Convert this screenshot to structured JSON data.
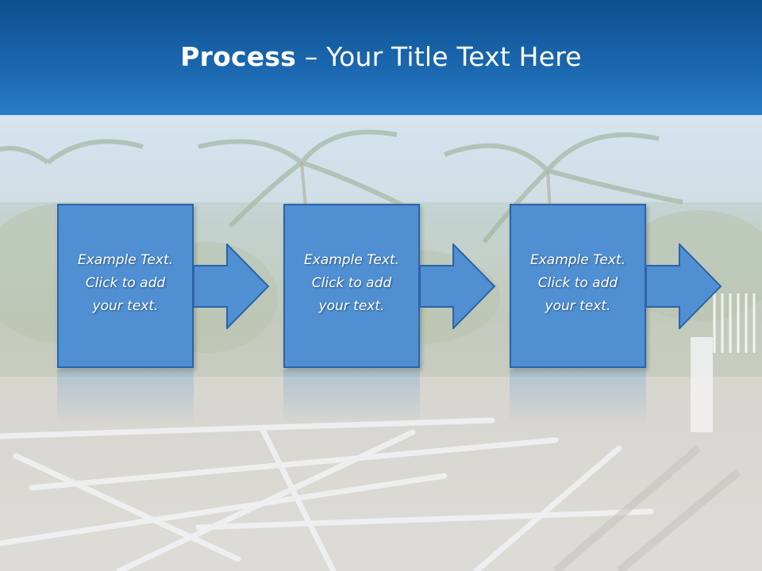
{
  "slide": {
    "title_bold": "Process",
    "title_rest": " – Your Title Text Here"
  },
  "steps": [
    {
      "line1": "Example Text.",
      "line2": "Click  to add",
      "line3": "your text."
    },
    {
      "line1": "Example Text.",
      "line2": "Click  to add",
      "line3": "your text."
    },
    {
      "line1": "Example Text.",
      "line2": "Click  to add",
      "line3": "your text."
    }
  ],
  "colors": {
    "header": "#1a66ad",
    "box_fill": "#4f8fd2",
    "box_border": "#2b64a6"
  }
}
